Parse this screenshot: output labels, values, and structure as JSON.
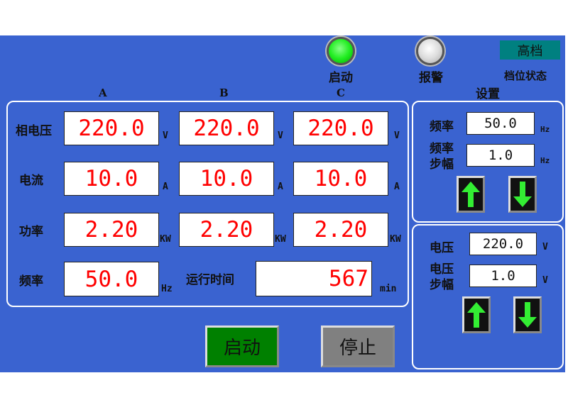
{
  "indicators": {
    "run_label": "启动",
    "alarm_label": "报警",
    "run_color": "#22ee22",
    "alarm_color": "#dddddd"
  },
  "gear": {
    "value": "高档",
    "label": "档位状态",
    "color": "#008080"
  },
  "columns": [
    "A",
    "B",
    "C"
  ],
  "rows": [
    {
      "label": "相电压",
      "unit": "V",
      "values": [
        "220.0",
        "220.0",
        "220.0"
      ]
    },
    {
      "label": "电流",
      "unit": "A",
      "values": [
        "10.0",
        "10.0",
        "10.0"
      ]
    },
    {
      "label": "功率",
      "unit": "KW",
      "values": [
        "2.20",
        "2.20",
        "2.20"
      ]
    }
  ],
  "freq": {
    "label": "频率",
    "value": "50.0",
    "unit": "Hz"
  },
  "runtime": {
    "label": "运行时间",
    "value": "567",
    "unit": "min"
  },
  "buttons": {
    "start": "启动",
    "stop": "停止"
  },
  "settings": {
    "title": "设置",
    "freq": {
      "label": "频率",
      "value": "50.0",
      "unit": "Hz",
      "step_label_1": "频率",
      "step_label_2": "步幅",
      "step": "1.0",
      "step_unit": "Hz"
    },
    "volt": {
      "label": "电压",
      "value": "220.0",
      "unit": "V",
      "step_label_1": "电压",
      "step_label_2": "步幅",
      "step": "1.0",
      "step_unit": "V"
    }
  }
}
